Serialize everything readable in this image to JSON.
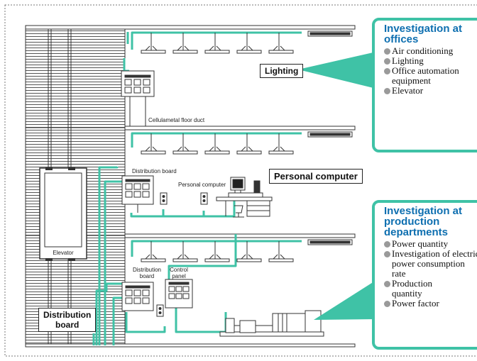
{
  "diagram": {
    "labels": {
      "elevator": "Elevator",
      "floor_duct": "Cellulametal floor duct",
      "distribution_board_small_1": "Distribution board",
      "personal_computer_small": "Personal computer",
      "distribution_board_small_2": "Distribution\nboard",
      "control_panel": "Control\npanel"
    },
    "callouts": {
      "lighting": "Lighting",
      "personal_computer": "Personal computer",
      "distribution_board": "Distribution\nboard"
    }
  },
  "panels": {
    "offices": {
      "title": "Investigation at offices",
      "items": [
        "Air conditioning",
        "Lighting",
        "Office automation equipment",
        "Elevator"
      ]
    },
    "production": {
      "title": "Investigation at production departments",
      "items": [
        "Power quantity",
        "Investigation of electric power consumption rate",
        "Production quantity",
        "Power factor"
      ]
    }
  },
  "colors": {
    "accent_teal": "#3fc2a6",
    "title_blue": "#0e6fb0",
    "bullet_gray": "#9a9a9a"
  }
}
